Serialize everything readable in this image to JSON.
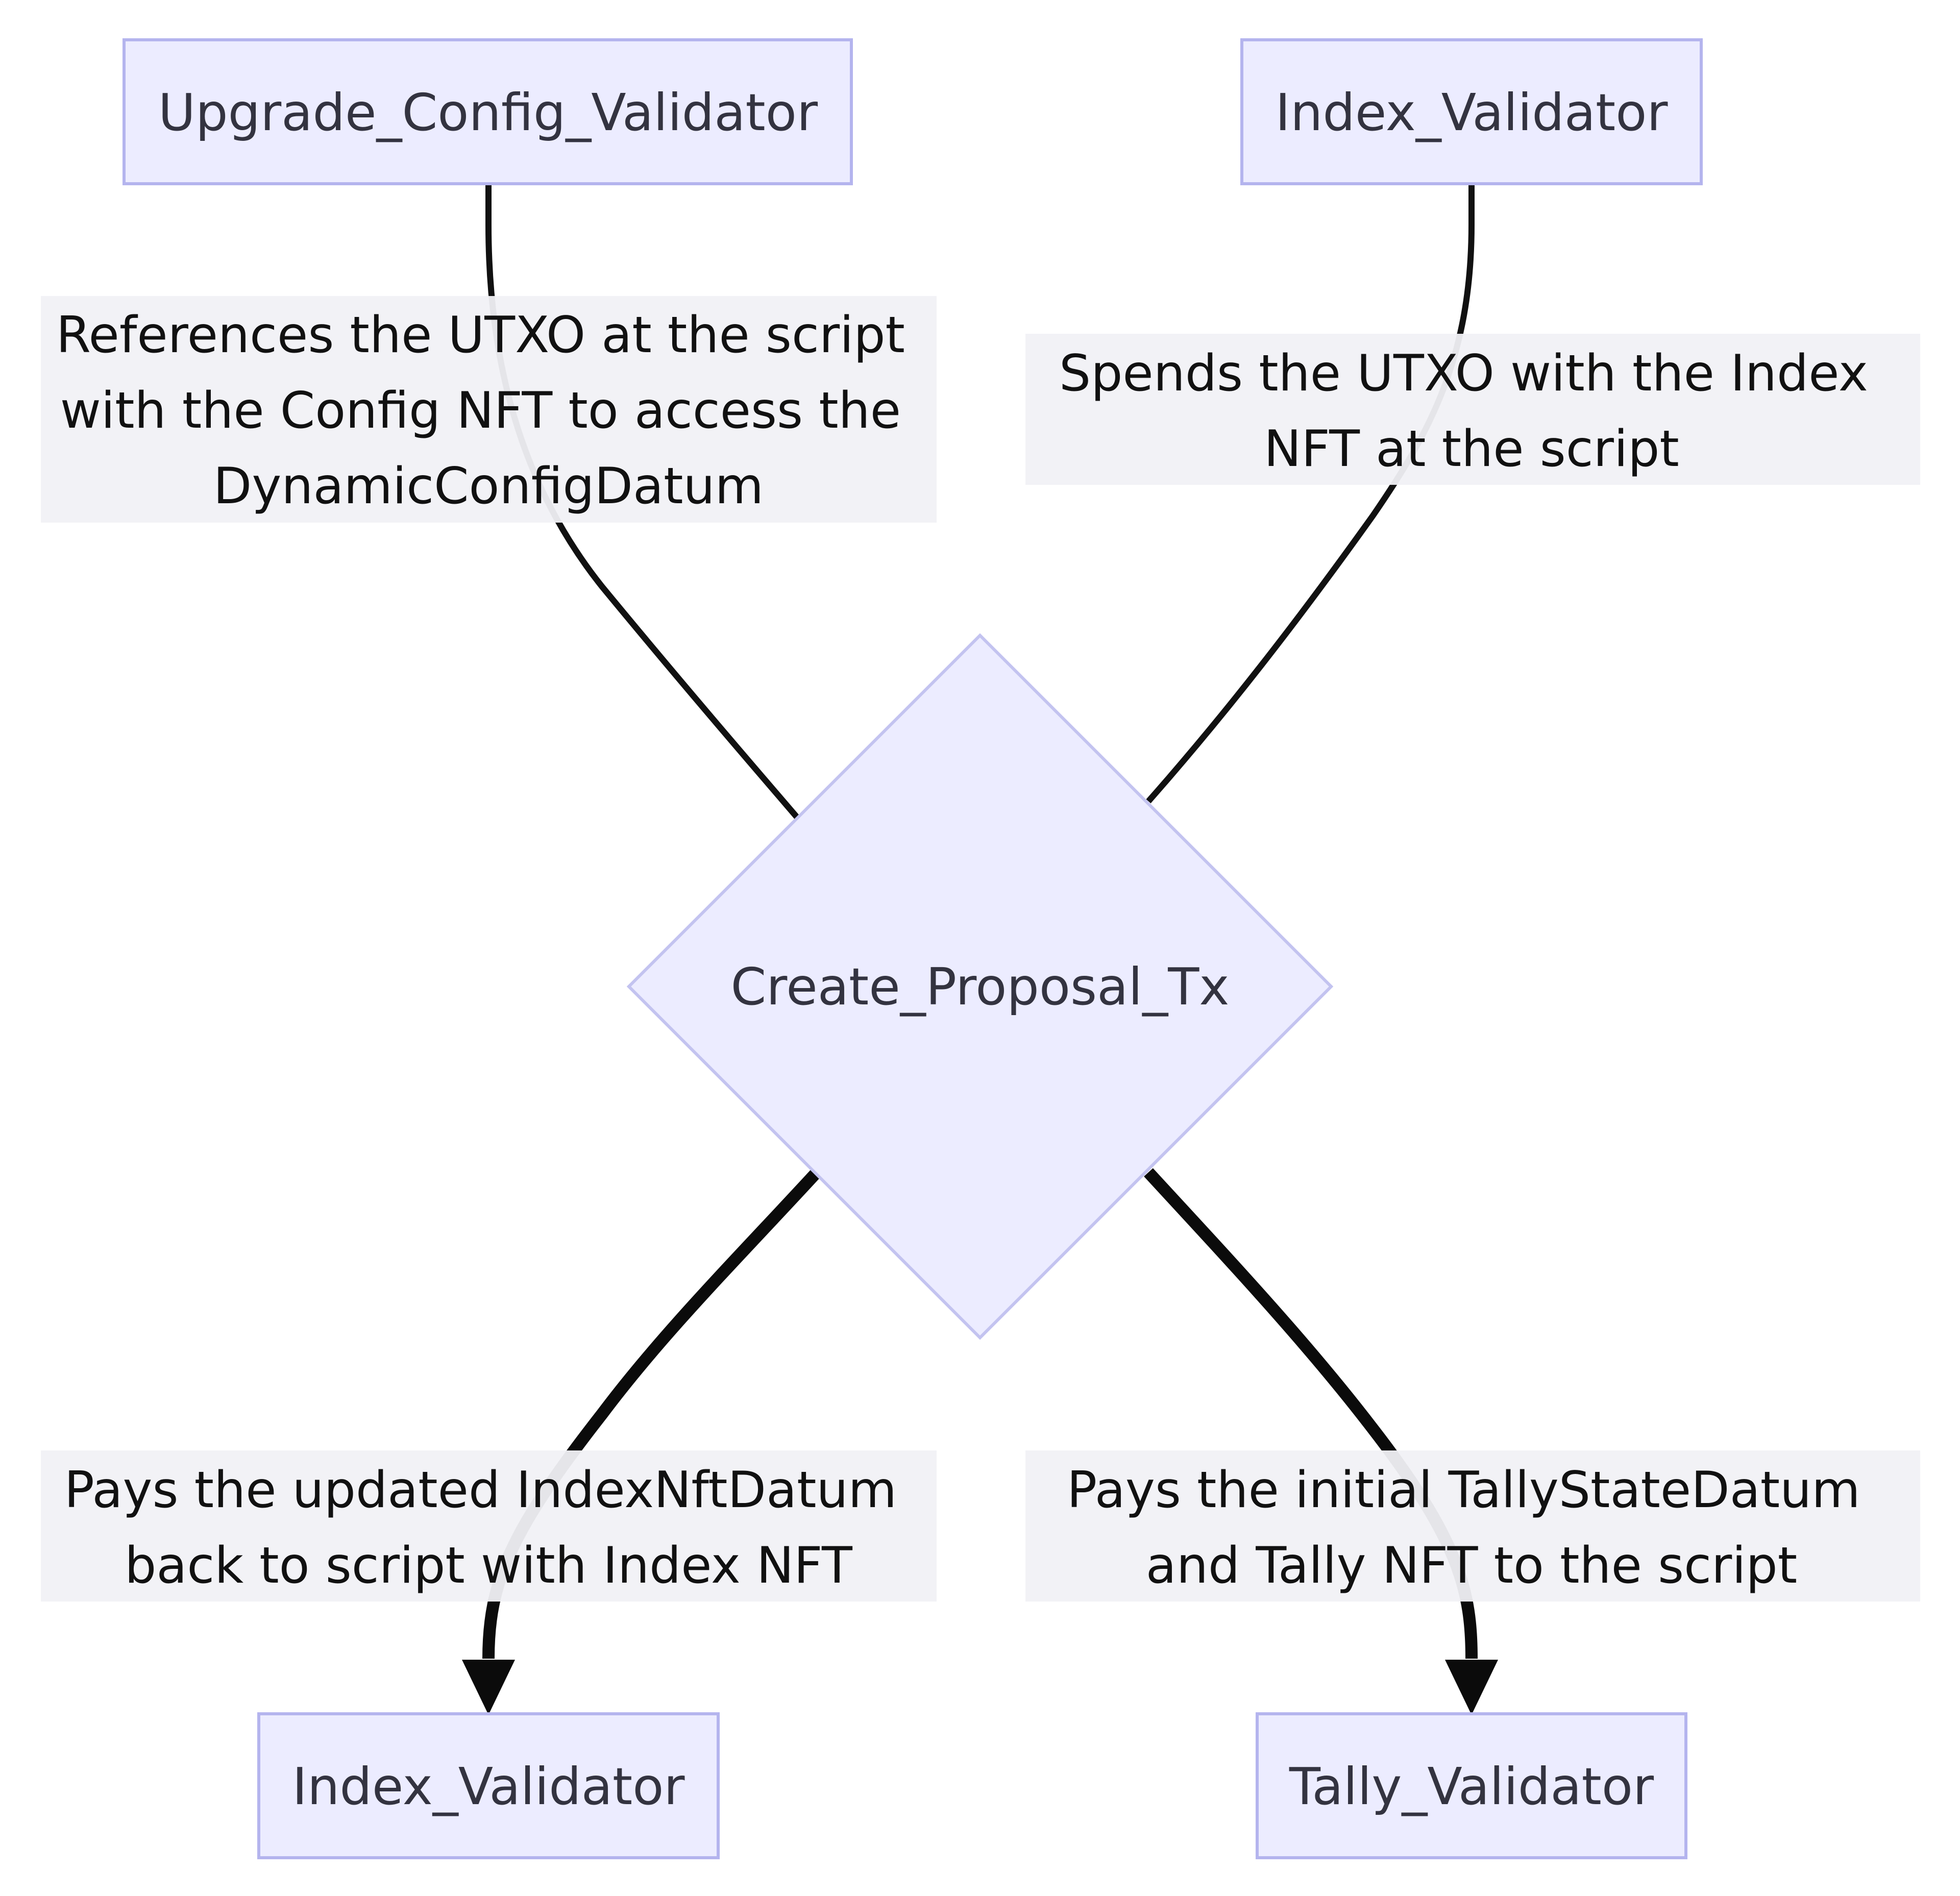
{
  "nodes": {
    "upgrade_config_validator": "Upgrade_Config_Validator",
    "index_validator_source": "Index_Validator",
    "create_proposal_tx": "Create_Proposal_Tx",
    "index_validator_target": "Index_Validator",
    "tally_validator": "Tally_Validator"
  },
  "edges": {
    "config_reference": {
      "lines": [
        "References the UTXO at the script",
        "with the Config NFT to access the",
        "DynamicConfigDatum"
      ]
    },
    "index_spend": {
      "lines": [
        "Spends the UTXO with the Index",
        "NFT at the script"
      ]
    },
    "index_pay": {
      "lines": [
        "Pays the updated IndexNftDatum",
        "back to script with Index NFT"
      ]
    },
    "tally_pay": {
      "lines": [
        "Pays the initial TallyStateDatum",
        "and Tally NFT to the script"
      ]
    }
  },
  "colors": {
    "node_fill": "#ECECFF",
    "node_stroke": "#B4B4EE",
    "edge": "#111111",
    "label_background": "#F1F1F5"
  }
}
